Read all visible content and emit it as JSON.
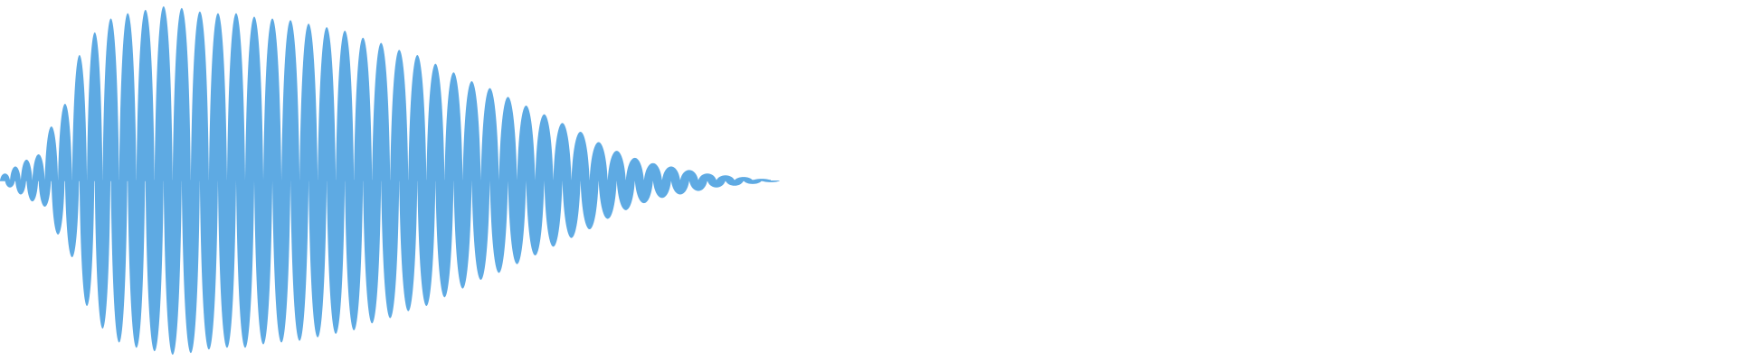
{
  "waveform": {
    "color": "#5eaae3",
    "background": "#ffffff",
    "peak_amplitudes": [
      0.04,
      0.08,
      0.12,
      0.15,
      0.31,
      0.44,
      0.72,
      0.85,
      0.93,
      0.96,
      0.98,
      1.0,
      0.99,
      0.97,
      0.96,
      0.96,
      0.94,
      0.93,
      0.92,
      0.9,
      0.88,
      0.86,
      0.82,
      0.79,
      0.75,
      0.72,
      0.67,
      0.62,
      0.57,
      0.53,
      0.48,
      0.43,
      0.38,
      0.33,
      0.28,
      0.22,
      0.17,
      0.13,
      0.1,
      0.08,
      0.06,
      0.04,
      0.03,
      0.02,
      0.01
    ]
  }
}
